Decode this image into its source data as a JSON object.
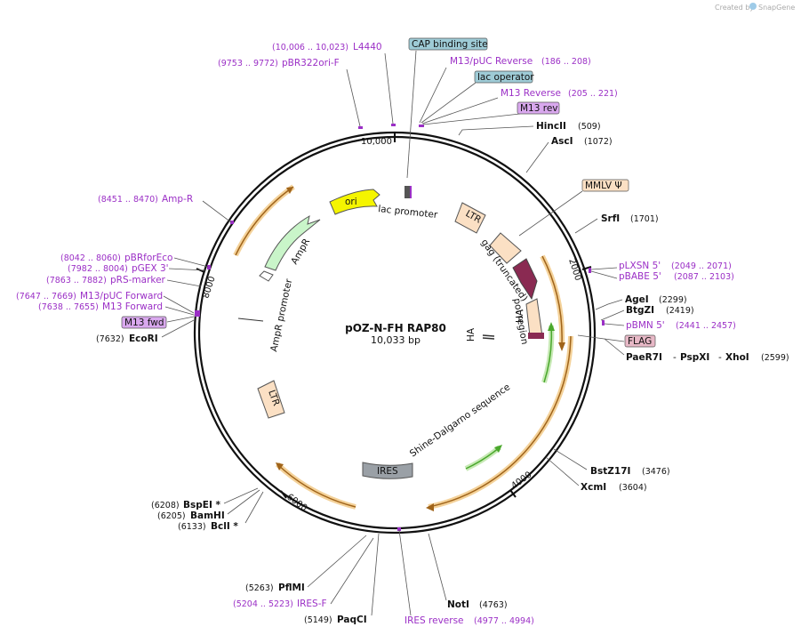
{
  "credit": "Created by",
  "credit_brand": "SnapGene",
  "plasmid": {
    "name": "pOZ-N-FH RAP80",
    "length_label": "10,033 bp"
  },
  "ticks": [
    "10,000",
    "2000",
    "4000",
    "6000",
    "8000"
  ],
  "features": {
    "lac_promoter": "lac promoter",
    "ori": "ori",
    "ampr": "AmpR",
    "ampr_promoter": "AmpR promoter",
    "ltr1": "LTR",
    "ltr2": "LTR",
    "gag": "gag (truncated)",
    "pol": "pol region",
    "ha1": "HA",
    "ha2": "HA",
    "shine": "Shine-Dalgarno sequence",
    "ires": "IRES"
  },
  "boxed": {
    "cap": "CAP binding site",
    "lac_op": "lac operator",
    "m13rev": "M13 rev",
    "mmlv": "MMLV Ψ",
    "flag": "FLAG",
    "m13fwd": "M13 fwd"
  },
  "sites": {
    "hincii": {
      "name": "HincII",
      "pos": "(509)"
    },
    "asci": {
      "name": "AscI",
      "pos": "(1072)"
    },
    "srfi": {
      "name": "SrfI",
      "pos": "(1701)"
    },
    "agei": {
      "name": "AgeI",
      "pos": "(2299)"
    },
    "btgzi": {
      "name": "BtgZI",
      "pos": "(2419)"
    },
    "paer7i": {
      "name": "PaeR7I",
      "dash1": "-",
      "name2": "PspXI",
      "dash2": "-",
      "name3": "XhoI",
      "pos": "(2599)"
    },
    "bstz17i": {
      "name": "BstZ17I",
      "pos": "(3476)"
    },
    "xcmi": {
      "name": "XcmI",
      "pos": "(3604)"
    },
    "noti": {
      "name": "NotI",
      "pos": "(4763)"
    },
    "paqci": {
      "name": "PaqCI",
      "pos": "(5149)"
    },
    "pfimi": {
      "name": "PflMI",
      "pos": "(5263)"
    },
    "bcli": {
      "name": "BclI *",
      "pos": "(6133)"
    },
    "bamhi": {
      "name": "BamHI",
      "pos": "(6205)"
    },
    "bspei": {
      "name": "BspEI *",
      "pos": "(6208)"
    },
    "ecori": {
      "name": "EcoRI",
      "pos": "(7632)"
    }
  },
  "primers": {
    "l4440": {
      "name": "L4440",
      "pos": "(10,006 .. 10,023)"
    },
    "pbr322": {
      "name": "pBR322ori-F",
      "pos": "(9753 .. 9772)"
    },
    "m13puc_rev": {
      "name": "M13/pUC Reverse",
      "pos": "(186 .. 208)"
    },
    "m13_rev": {
      "name": "M13 Reverse",
      "pos": "(205 .. 221)"
    },
    "plxsn": {
      "name": "pLXSN 5'",
      "pos": "(2049 .. 2071)"
    },
    "pbabe": {
      "name": "pBABE 5'",
      "pos": "(2087 .. 2103)"
    },
    "pbmn": {
      "name": "pBMN 5'",
      "pos": "(2441 .. 2457)"
    },
    "ires_rev": {
      "name": "IRES reverse",
      "pos": "(4977 .. 4994)"
    },
    "ires_f": {
      "name": "IRES-F",
      "pos": "(5204 .. 5223)"
    },
    "ampr_p": {
      "name": "Amp-R",
      "pos": "(8451 .. 8470)"
    },
    "pbrforeco": {
      "name": "pBRforEco",
      "pos": "(8042 .. 8060)"
    },
    "pgex": {
      "name": "pGEX 3'",
      "pos": "(7982 .. 8004)"
    },
    "prs": {
      "name": "pRS-marker",
      "pos": "(7863 .. 7882)"
    },
    "m13puc_fwd": {
      "name": "M13/pUC Forward",
      "pos": "(7647 .. 7669)"
    },
    "m13_fwd": {
      "name": "M13 Forward",
      "pos": "(7638 .. 7655)"
    }
  },
  "colors": {
    "primer": "#9b2fc6",
    "orange": "#e8a33b",
    "ori": "#f5f500",
    "ampr": "#c9f5c9",
    "ltr": "#fbe0c4",
    "flag": "#e7b8c6",
    "cap": "#9ecbd6",
    "m13": "#d9a8ee",
    "ires": "#9aa0a6",
    "green": "#4aa82c"
  }
}
